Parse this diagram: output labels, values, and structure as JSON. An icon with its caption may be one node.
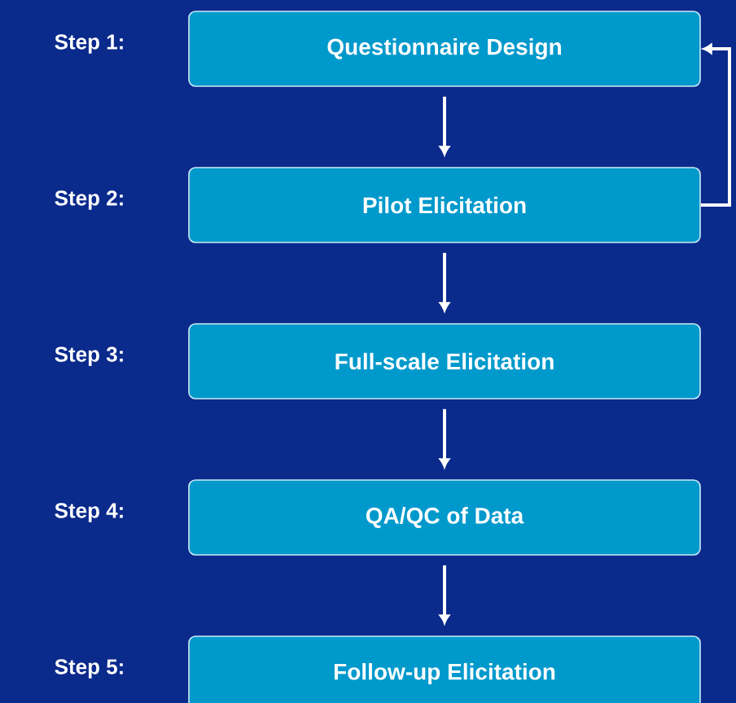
{
  "diagram": {
    "nodes": [
      {
        "text": [
          "Questionnaire Design"
        ]
      },
      {
        "text": [
          "Pilot Elicitation"
        ]
      },
      {
        "text": [
          "Full-scale Elicitation"
        ]
      },
      {
        "text": [
          "QA/QC of Data"
        ]
      },
      {
        "text": [
          "Follow-up Elicitation"
        ]
      }
    ],
    "edges": [
      {
        "from": 0,
        "to": 1,
        "arrow": "to"
      },
      {
        "from": 1,
        "to": 2,
        "arrow": "to"
      },
      {
        "from": 2,
        "to": 3,
        "arrow": "to"
      },
      {
        "from": 3,
        "to": 4,
        "arrow": "to"
      },
      {
        "from": 1,
        "to": 0,
        "arrow": "to"
      }
    ],
    "labels": [
      "Step 1:",
      "Step 2:",
      "Step 3:",
      "Step 4:",
      "Step 5:"
    ]
  }
}
